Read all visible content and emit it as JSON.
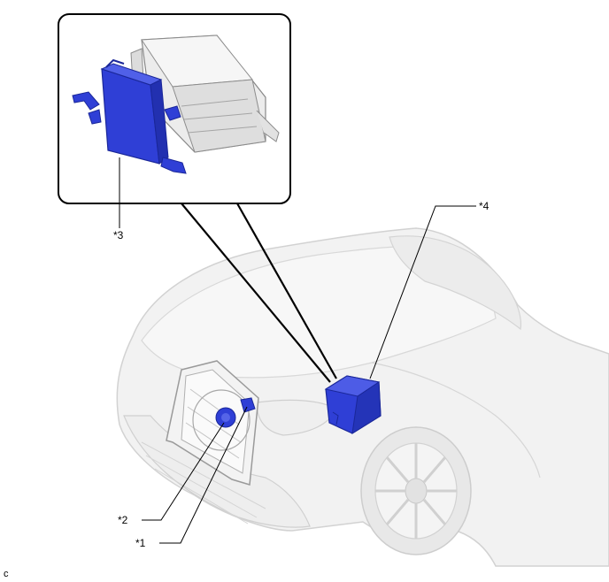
{
  "callouts": {
    "c1": "*1",
    "c2": "*2",
    "c3": "*3",
    "c4": "*4"
  },
  "corner_label": "c",
  "colors": {
    "highlight_blue": "#2f3fd6",
    "highlight_blue_dark": "#1a2799",
    "car_fill": "#f0f0f0",
    "car_stroke": "#cfcfcf",
    "leader": "#000000"
  }
}
